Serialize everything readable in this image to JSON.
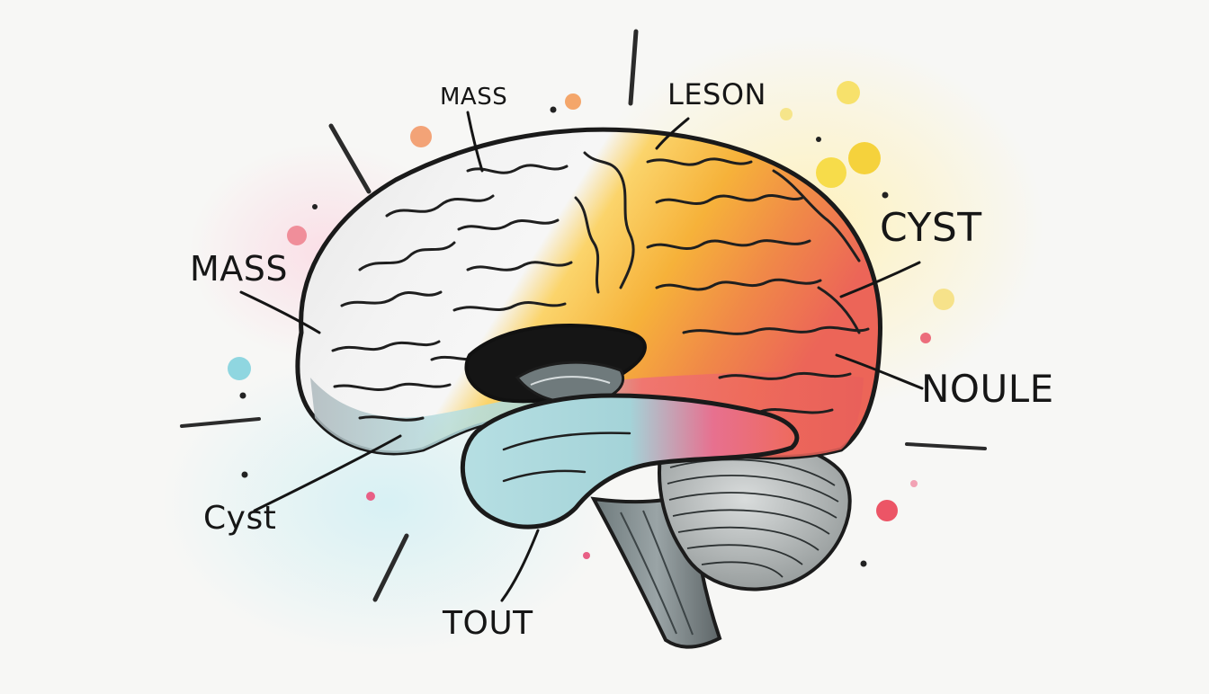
{
  "diagram": {
    "labels": {
      "mass_top": "MASS",
      "lesion": "LESON",
      "mass_left": "MASS",
      "cyst_right": "CYST",
      "nodule": "NOULE",
      "cyst_left": "Cyst",
      "tout": "TOUT"
    },
    "colors": {
      "ink": "#1a1a1a",
      "yellow": "#f5c02a",
      "orange": "#f08a3a",
      "coral": "#f0645a",
      "white_matter": "#f1f1f1",
      "teal": "#9fd3d6",
      "cerebellum": "#8a8a8a"
    }
  }
}
